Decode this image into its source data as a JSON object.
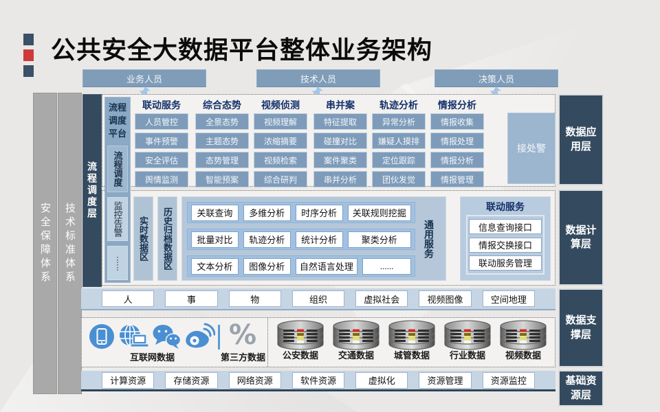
{
  "title": {
    "text": "公共安全大数据平台整体业务架构"
  },
  "actors": [
    "业务人员",
    "技术人员",
    "决策人员"
  ],
  "side_systems": {
    "left": [
      "安全保障体系",
      "技术标准体系"
    ]
  },
  "layer_labels": {
    "scheduling": "流程调度层",
    "application": "数据应用层",
    "computing": "数据计算层",
    "support": "数据支撑层",
    "resource": "基础资源层"
  },
  "scheduling_platform": {
    "title": "流程调度平台",
    "items": [
      "流程调度",
      "监控告警",
      "⋮⋮"
    ]
  },
  "application_layer": {
    "columns": [
      {
        "header": "联动服务",
        "cells": [
          "人员管控",
          "事件预警",
          "安全评估",
          "舆情监测"
        ]
      },
      {
        "header": "综合态势",
        "cells": [
          "全景态势",
          "主题态势",
          "态势管理",
          "智能预案"
        ]
      },
      {
        "header": "视频侦测",
        "cells": [
          "视频理解",
          "浓缩摘要",
          "视频检索",
          "综合研判"
        ]
      },
      {
        "header": "串并案",
        "cells": [
          "特征提取",
          "碰撞对比",
          "案件聚类",
          "串并分析"
        ]
      },
      {
        "header": "轨迹分析",
        "cells": [
          "异常分析",
          "嫌疑人摸排",
          "定位跟踪",
          "团伙发觉"
        ]
      },
      {
        "header": "情报分析",
        "cells": [
          "情报收集",
          "情报处理",
          "情报分析",
          "情报管理"
        ]
      }
    ],
    "side_box": "接处警"
  },
  "computing_layer": {
    "zones": [
      "实时数据区",
      "历史归档数据区"
    ],
    "general_services_label": "通用服务",
    "service_rows": [
      [
        "关联查询",
        "多维分析",
        "时序分析",
        "关联规则挖掘"
      ],
      [
        "批量对比",
        "轨迹分析",
        "统计分析",
        "聚类分析"
      ],
      [
        "文本分析",
        "图像分析",
        "自然语言处理",
        "......"
      ]
    ],
    "linkage": {
      "title": "联动服务",
      "items": [
        "信息查询接口",
        "情报交换接口",
        "联动服务管理"
      ]
    }
  },
  "entity_row": [
    "人",
    "事",
    "物",
    "组织",
    "虚拟社会",
    "视频图像",
    "空间地理"
  ],
  "support_layer": {
    "internet_label": "互联网数据",
    "third_party_label": "第三方数据",
    "percent_symbol": "%",
    "icons": [
      "mobile-icon",
      "internet-globe-icon",
      "wechat-icon",
      "weibo-icon",
      "percent-icon",
      "database-icon"
    ],
    "databases": [
      "公安数据",
      "交通数据",
      "城管数据",
      "行业数据",
      "视频数据"
    ]
  },
  "resource_layer": [
    "计算资源",
    "存储资源",
    "网络资源",
    "软件资源",
    "虚拟化",
    "资源管理",
    "资源监控"
  ],
  "colors": {
    "navy": "#344a5f",
    "steel_blue": "#7e9cba",
    "light_steel": "#9cb6cf",
    "strip_blue": "#c6d5e4",
    "icon_blue": "#4a8fd2",
    "accent_red": "#cd3a3a",
    "header_text": "#14306a"
  }
}
